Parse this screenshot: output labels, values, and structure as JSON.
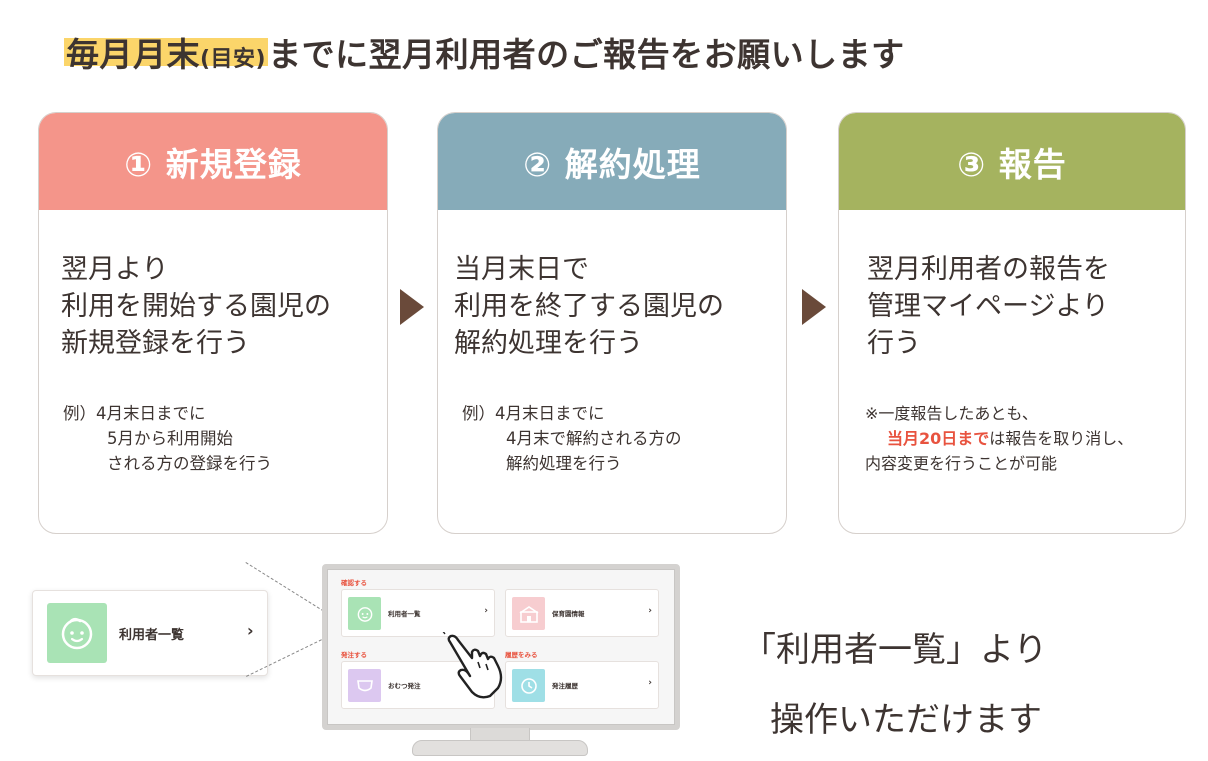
{
  "headline": {
    "highlight": "毎月月末",
    "highlight_small": "(目安)",
    "rest": "までに翌月利用者のご報告をお願いします"
  },
  "colors": {
    "step1": "#f4958a",
    "step2": "#86abb9",
    "step3": "#a5b35f",
    "arrow": "#6a4a3a",
    "accent_red": "#e8533f",
    "highlight": "#fbd56a"
  },
  "steps": [
    {
      "title": "① 新規登録",
      "main": [
        "翌月より",
        "利用を開始する園児の",
        "新規登録を行う"
      ],
      "note": [
        "例）4月末日までに",
        "5月から利用開始",
        "される方の登録を行う"
      ]
    },
    {
      "title": "② 解約処理",
      "main": [
        "当月末日で",
        "利用を終了する園児の",
        "解約処理を行う"
      ],
      "note": [
        "例）4月末日までに",
        "4月末で解約される方の",
        "解約処理を行う"
      ]
    },
    {
      "title": "③ 報告",
      "main": [
        "翌月利用者の報告を",
        "管理マイページより",
        "行う"
      ],
      "note_line1": "※一度報告したあとも、",
      "note_red": "当月20日まで",
      "note_line2_rest": "は報告を取り消し、",
      "note_line3": "内容変更を行うことが可能"
    }
  ],
  "screen": {
    "section1": "確認する",
    "section2": "発注する",
    "section3": "履歴をみる",
    "tiles": [
      {
        "label": "利用者一覧",
        "icon": "baby-face-icon"
      },
      {
        "label": "保育園情報",
        "icon": "school-building-icon"
      },
      {
        "label": "おむつ発注",
        "icon": "diaper-icon"
      },
      {
        "label": "発注履歴",
        "icon": "clock-history-icon"
      }
    ],
    "chevron": "›"
  },
  "zoom_panel": {
    "label": "利用者一覧",
    "chevron": "›",
    "icon": "baby-face-icon"
  },
  "side_text": {
    "line1": "「利用者一覧」より",
    "line2": "操作いただけます"
  }
}
